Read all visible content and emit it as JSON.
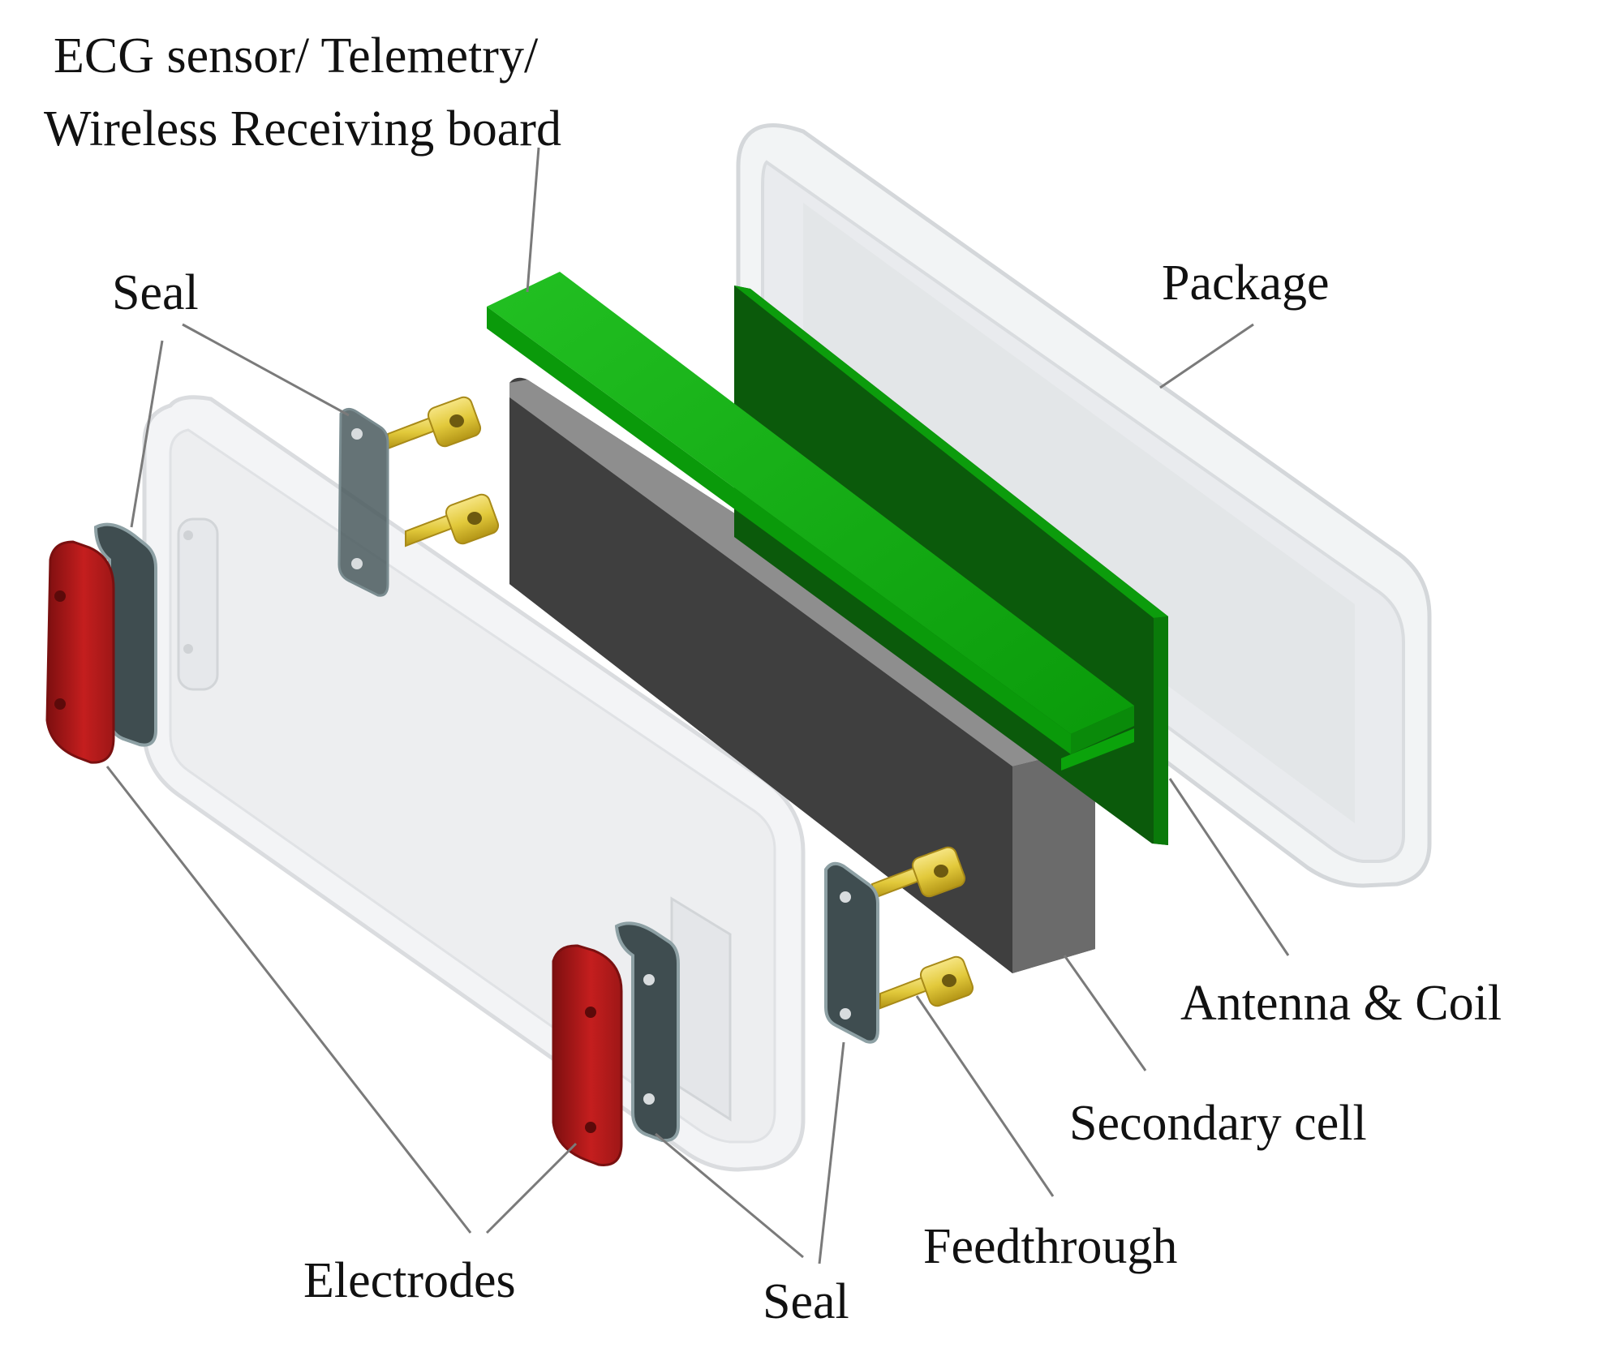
{
  "labels": {
    "board_line1": "ECG sensor/  Telemetry/",
    "board_line2": "Wireless Receiving board",
    "package": "Package",
    "seal_top": "Seal",
    "antenna": "Antenna & Coil",
    "secondary_cell": "Secondary cell",
    "feedthrough": "Feedthrough",
    "seal_bottom": "Seal",
    "electrodes": "Electrodes"
  },
  "colors": {
    "pcb_bright": "#0aa30a",
    "pcb_dark": "#0b5a0b",
    "cell_front": "#414141",
    "cell_side": "#6b6b6b",
    "electrode": "#c41e1e",
    "seal": "#4a5a5e",
    "feedthrough_pin": "#e6cf3c",
    "leader_line": "#7a7a7a"
  }
}
